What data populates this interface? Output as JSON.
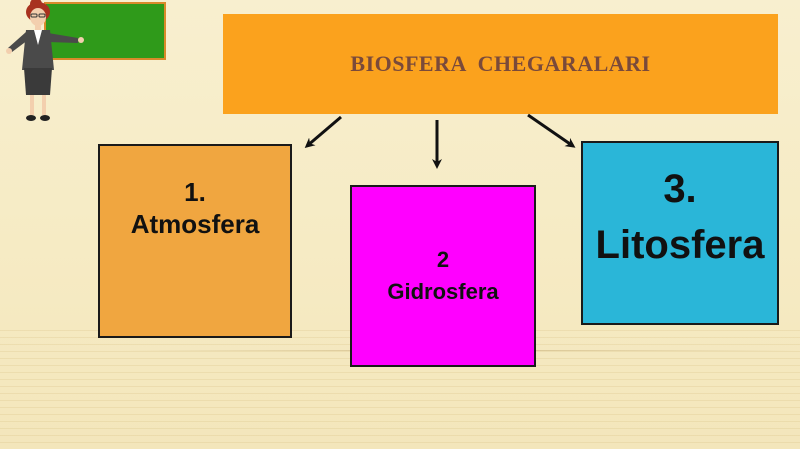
{
  "title": "BIOSFERA  CHEGARALARI",
  "boxes": {
    "atmosfera": {
      "number": "1.",
      "name": "Atmosfera",
      "color": "#f0a640"
    },
    "gidrosfera": {
      "number": "2",
      "name": "Gidrosfera",
      "color": "#ff00ff"
    },
    "litosfera": {
      "number": "3.",
      "name": "Litosfera",
      "color": "#2ab6d8"
    }
  },
  "colors": {
    "title_bg": "#fba21d",
    "title_text": "#7a4a3a",
    "chalkboard": "#2f9a1a"
  }
}
